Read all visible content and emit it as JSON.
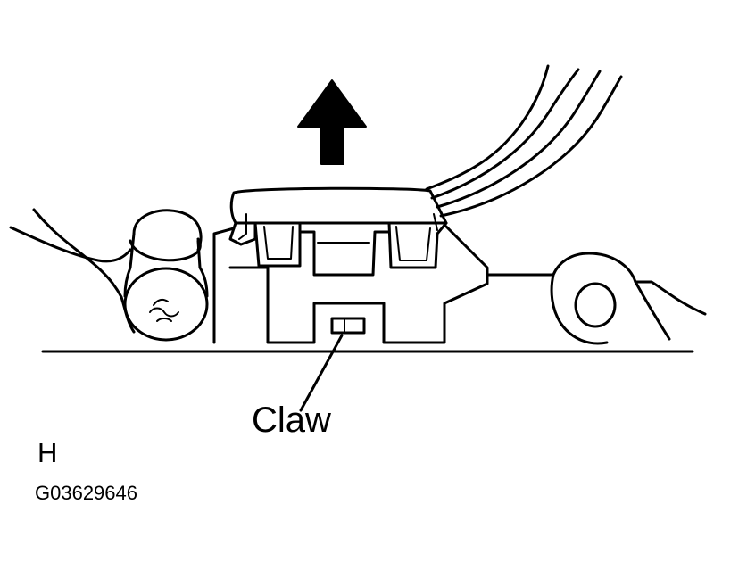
{
  "diagram": {
    "callout_label": "Claw",
    "view_letter": "H",
    "figure_code": "G03629646",
    "arrow_direction": "up",
    "line_color": "#000000",
    "background_color": "#ffffff"
  }
}
